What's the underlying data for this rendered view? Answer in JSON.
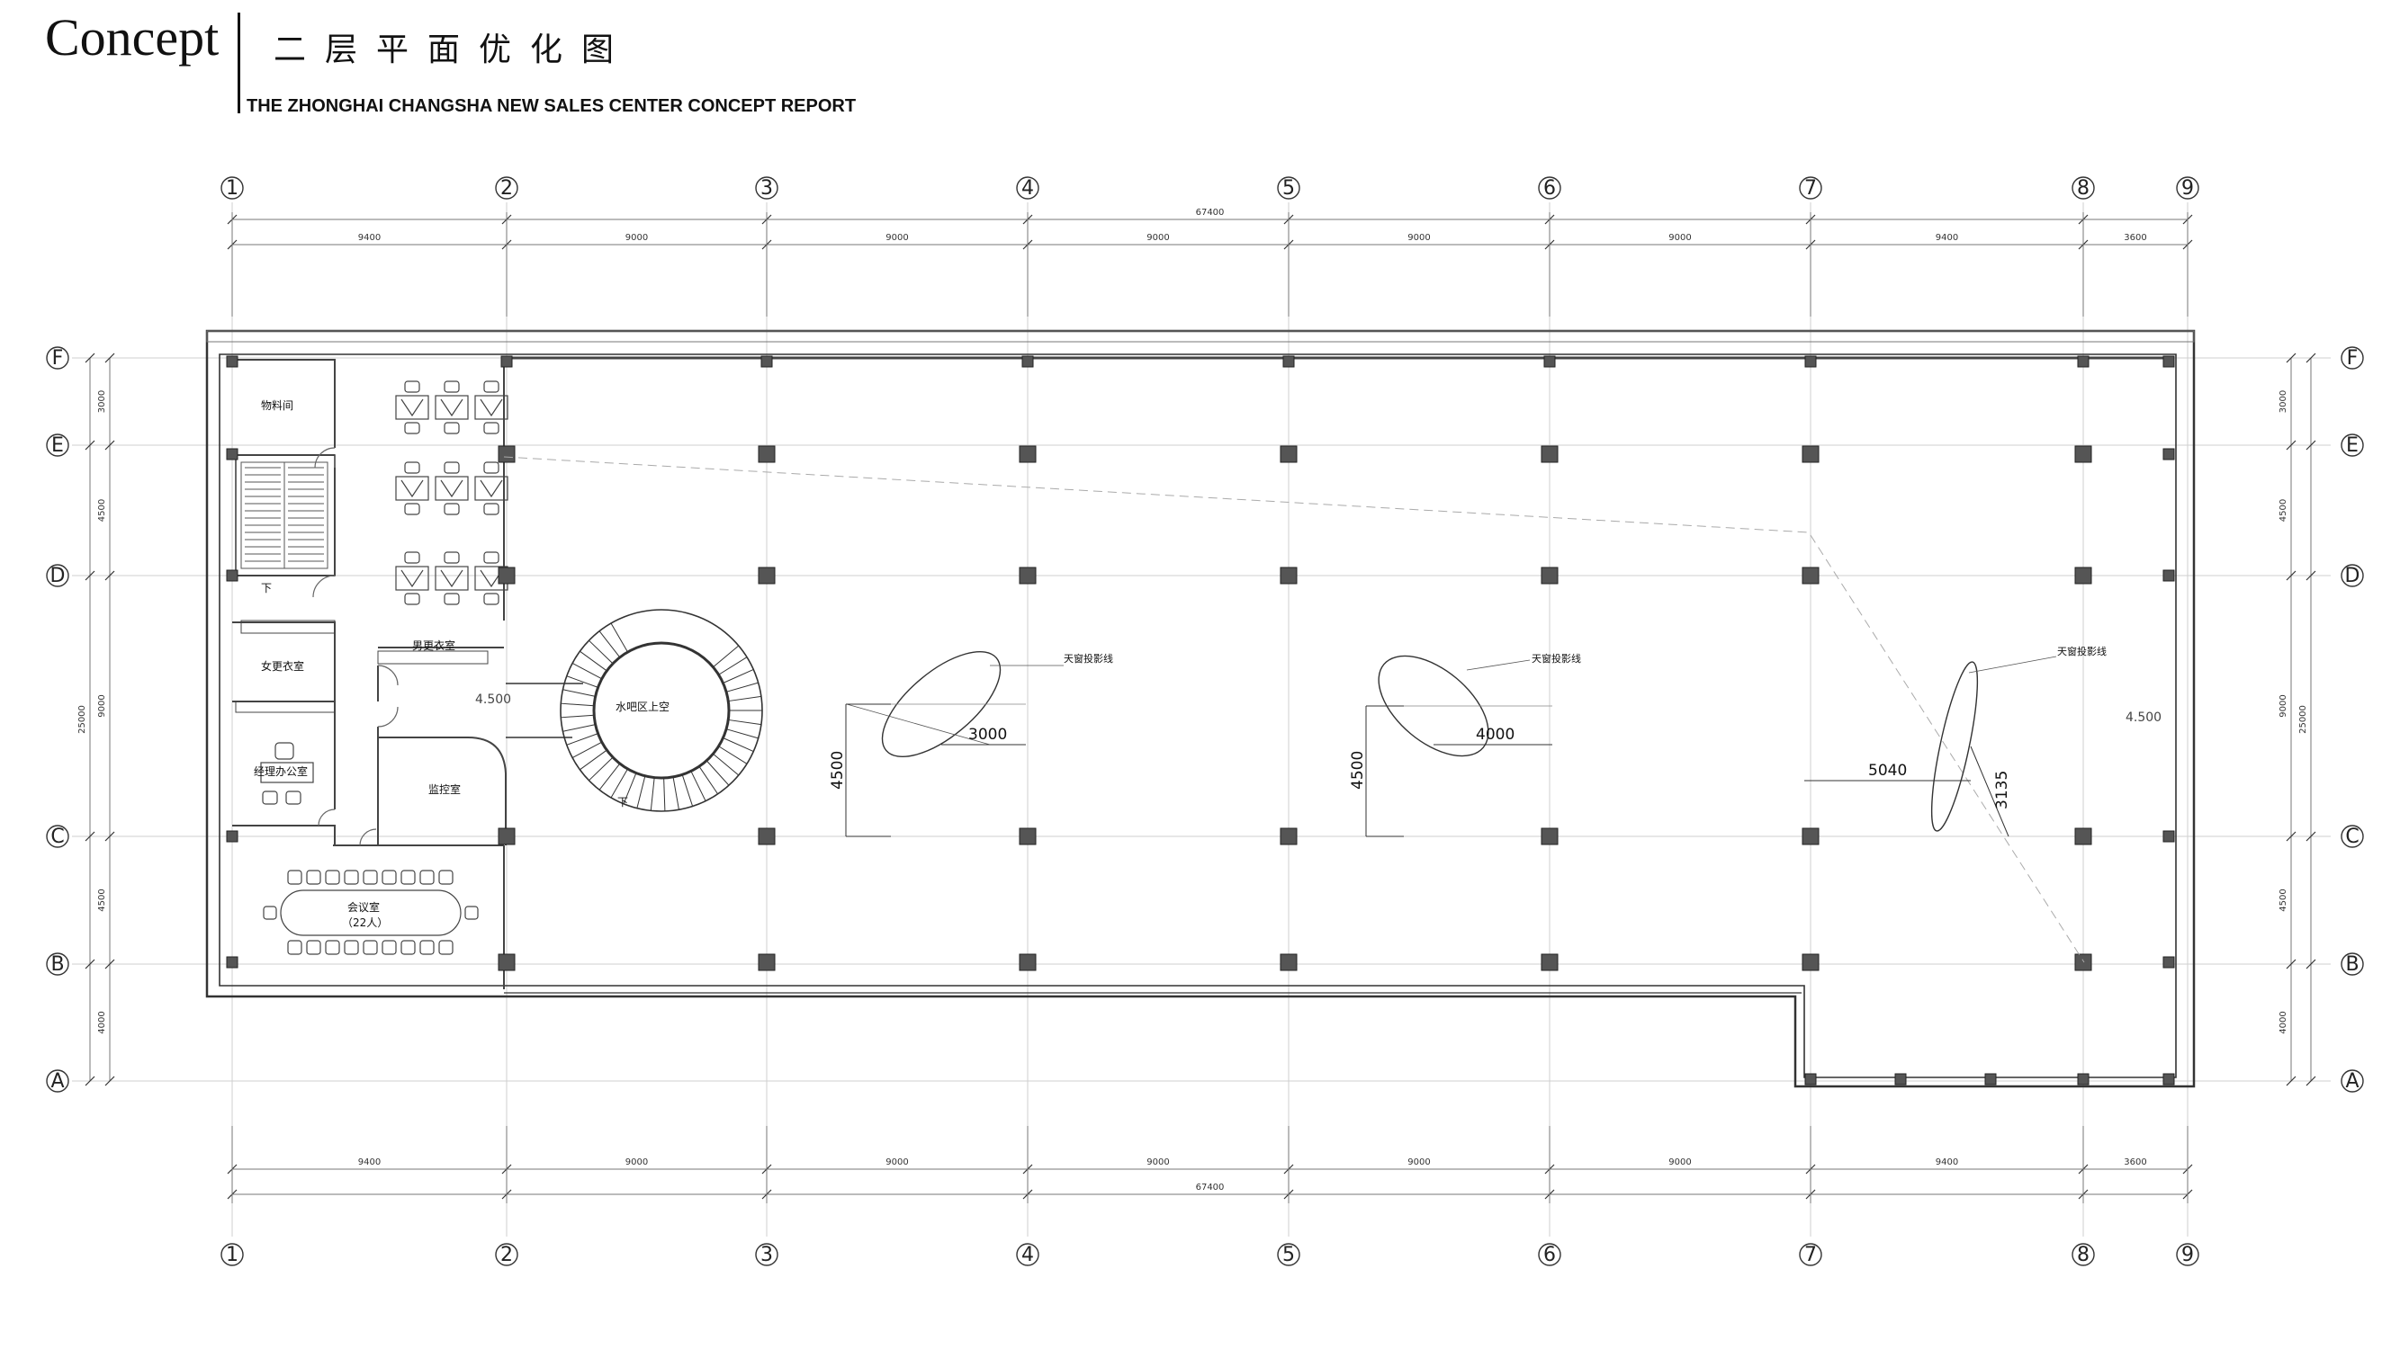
{
  "header": {
    "brand": "Concept",
    "title": "二层平面优化图",
    "subtitle": "THE ZHONGHAI CHANGSHA NEW SALES CENTER  CONCEPT REPORT"
  },
  "axes": {
    "columns": [
      "1",
      "2",
      "3",
      "4",
      "5",
      "6",
      "7",
      "8",
      "9"
    ],
    "rows": [
      "F",
      "E",
      "D",
      "C",
      "B",
      "A"
    ]
  },
  "dimensions": {
    "total_width": "67400",
    "column_spans": [
      "9400",
      "9000",
      "9000",
      "9000",
      "9000",
      "9000",
      "9400",
      "3600"
    ],
    "total_depth": "25000",
    "row_spans": [
      "3000",
      "4500",
      "9000",
      "4500",
      "4000"
    ]
  },
  "rooms": {
    "material_room": "物料间",
    "down_mark_stair": "下",
    "female_locker": "女更衣室",
    "manager_office": "经理办公室",
    "male_locker": "男更衣室",
    "monitor_room": "监控室",
    "meeting_room": "会议室",
    "meeting_capacity": "（22人）",
    "bar_void": "水吧区上空",
    "down_mark_spiral": "下"
  },
  "levels": {
    "corridor": "4.500",
    "right_hall": "4.500"
  },
  "skylights": [
    {
      "label": "天窗投影线",
      "width": "3000",
      "height": "4500"
    },
    {
      "label": "天窗投影线",
      "width": "4000",
      "height": "4500"
    },
    {
      "label": "天窗投影线",
      "width": "5040",
      "height": "3135"
    }
  ]
}
